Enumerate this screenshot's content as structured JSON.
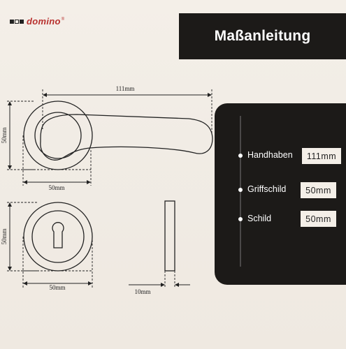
{
  "brand": {
    "name": "domino",
    "registered": "®",
    "color": "#b8302e"
  },
  "header": {
    "title": "Maßanleitung"
  },
  "panel": {
    "items": [
      {
        "label": "Handhaben",
        "value": "111mm"
      },
      {
        "label": "Griffschild",
        "value": "50mm"
      },
      {
        "label": "Schild",
        "value": "50mm"
      }
    ]
  },
  "drawing": {
    "handle_length": "111mm",
    "rose_height": "50mm",
    "rose_width": "50mm",
    "escutcheon_height": "50mm",
    "escutcheon_width": "50mm",
    "thickness": "10mm"
  },
  "colors": {
    "panel_bg": "#1c1a18",
    "page_bg": "#f2ede6",
    "line": "#222222"
  }
}
